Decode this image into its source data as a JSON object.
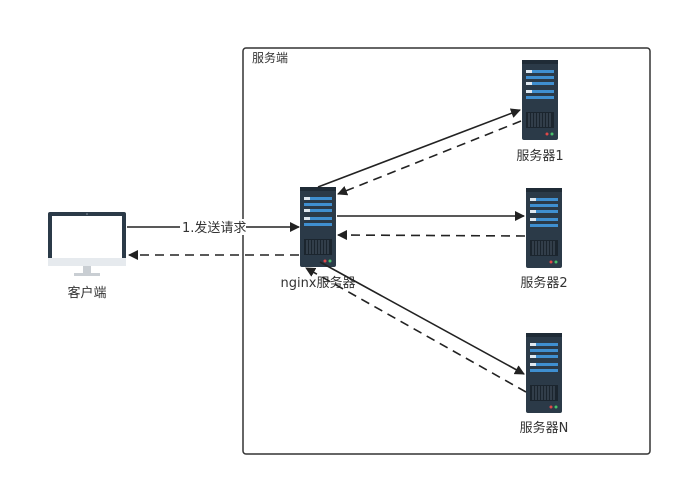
{
  "diagram": {
    "server_side_label": "服务端",
    "client_label": "客户端",
    "request_label": "1.发送请求",
    "nginx_label": "nginx服务器",
    "server1_label": "服务器1",
    "server2_label": "服务器2",
    "serverN_label": "服务器N"
  },
  "colors": {
    "server_body": "#2b3a48",
    "server_panel": "#3f8fd0",
    "arrow": "#222222",
    "frame": "#333333"
  }
}
